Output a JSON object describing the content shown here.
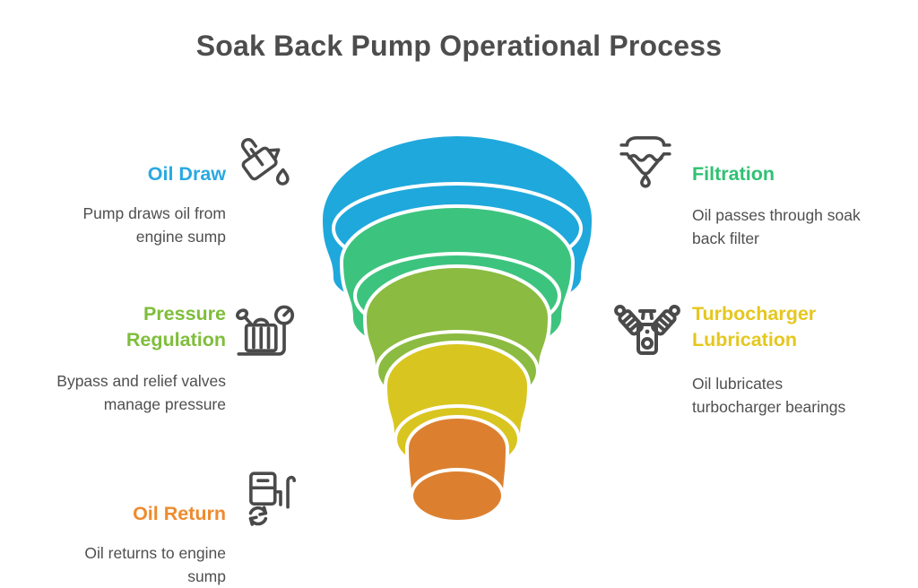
{
  "title": "Soak Back Pump Operational Process",
  "funnel": {
    "stroke_color": "#FFFFFF",
    "layers": [
      {
        "stage": "Oil Draw",
        "color": "#1FA8DC"
      },
      {
        "stage": "Filtration",
        "color": "#3CC47E"
      },
      {
        "stage": "Pressure Regulation",
        "color": "#8BBB40"
      },
      {
        "stage": "Turbocharger Lubrication",
        "color": "#D9C520"
      },
      {
        "stage": "Oil Return",
        "color": "#DC8030"
      }
    ]
  },
  "stages": [
    {
      "title": "Oil Draw",
      "description": [
        "Pump draws oil from",
        "engine sump"
      ],
      "color": "#29A9E1",
      "icon": "oil-can-icon",
      "side": "left"
    },
    {
      "title": "Filtration",
      "description": [
        "Oil passes through soak",
        "back filter"
      ],
      "color": "#2FC173",
      "icon": "filter-funnel-icon",
      "side": "right"
    },
    {
      "title": [
        "Pressure",
        "Regulation"
      ],
      "description": [
        "Bypass and relief valves",
        "manage pressure"
      ],
      "color": "#7FBE3C",
      "icon": "pressure-gauge-icon",
      "side": "left"
    },
    {
      "title": [
        "Turbocharger",
        "Lubrication"
      ],
      "description": [
        "Oil lubricates",
        "turbocharger bearings"
      ],
      "color": "#E5C71E",
      "icon": "engine-icon",
      "side": "right"
    },
    {
      "title": "Oil Return",
      "description": [
        "Oil returns to engine",
        "sump"
      ],
      "color": "#EE8B2E",
      "icon": "fuel-pump-recycle-icon",
      "side": "left"
    }
  ],
  "text_colors": {
    "title": "#4D4D4D",
    "description": "#4F4F4F",
    "icon_stroke": "#4A4A4A"
  }
}
